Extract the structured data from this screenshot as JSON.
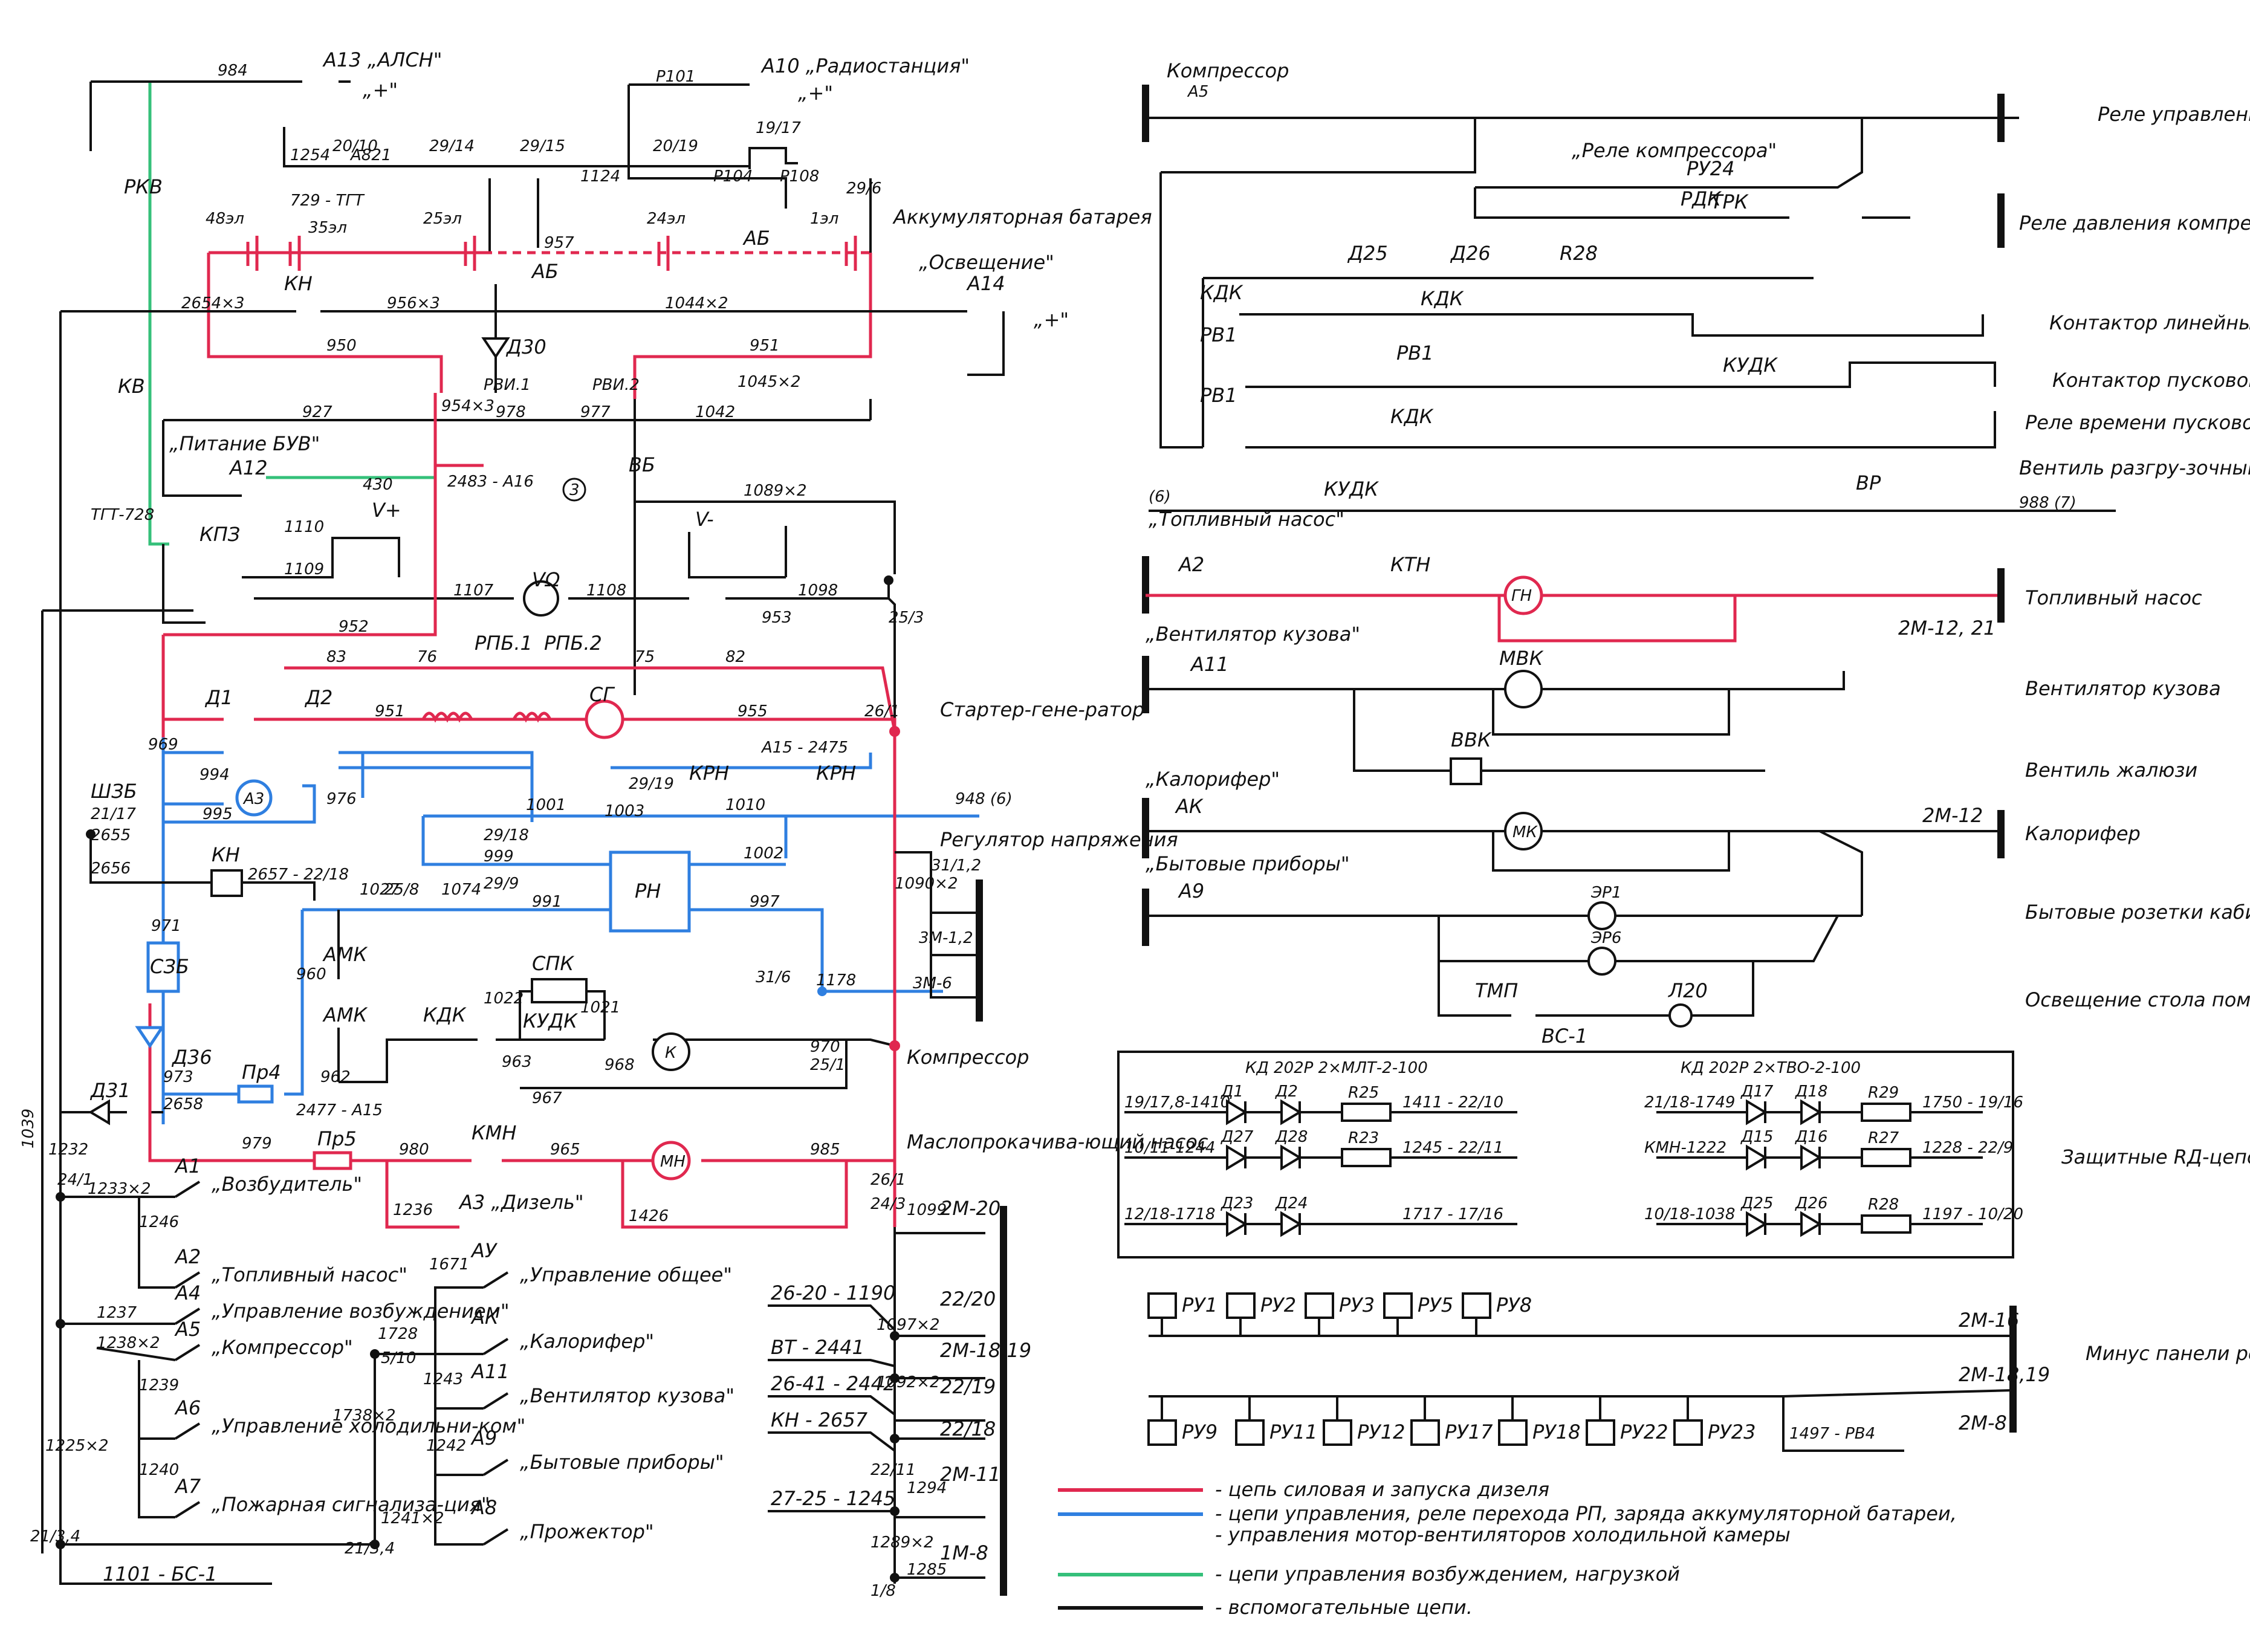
{
  "colors": {
    "power": "#e0284f",
    "control": "#2f7fe0",
    "excitation": "#35c07a",
    "auxiliary": "#111111"
  },
  "left": {
    "a13": "А13 „АЛСН\"",
    "a10": "А10 „Радиостанция\"",
    "plus": "„+\"",
    "plus_minus": "„+\"",
    "battery_title": "Аккумуляторная батарея",
    "lighting": "„Освещение\"",
    "ab": "АБ",
    "kv_label": "КВ",
    "rkv_label": "РКВ",
    "kn": "КН",
    "a14": "А14",
    "d30": "Д30",
    "rvi1": "РВИ.1",
    "rvi2": "РВИ.2",
    "pitanie_buv": "„Питание БУВ\"",
    "a12": "А12",
    "wire_2483": "2483 - А16",
    "vb": "ВБ",
    "circle3": "3",
    "tgt728": "ТГТ-728",
    "kpz": "КПЗ",
    "vplus": "V+",
    "vminus": "V-",
    "vsig": "VΩ",
    "rpb1": "РПБ.1",
    "rpb2": "РПБ.2",
    "d1": "Д1",
    "d2": "Д2",
    "sg": "СГ",
    "starter": "Стартер-гене-ратор",
    "a15_2475": "А15 - 2475",
    "a3": "А3",
    "shzb": "ШЗБ",
    "kn2657": "2657 - 22/18",
    "krn": "КРН",
    "regulator": "Регулятор напряжения",
    "rn": "РН",
    "amk": "АМК",
    "kdk": "КДК",
    "spk": "СПК",
    "kudk": "КУДК",
    "k_motor": "К",
    "kompressor_label": "Компрессор",
    "szb": "СЗБ",
    "d36": "Д36",
    "pr4": "Пр4",
    "d31": "Д31",
    "a15_2477": "2477 - А15",
    "pr5": "Пр5",
    "kmn": "КМН",
    "mn": "МН",
    "maslo": "Маслопрокачива-ющий насос",
    "a_dizel": "А3 „Дизель\"",
    "wire_1101": "1101 - БС-1",
    "bus_948": "948 (6)",
    "wire_1039": "1039"
  },
  "breakers_left": [
    {
      "name": "А1",
      "label": "„Возбудитель\""
    },
    {
      "name": "А2",
      "label": "„Топливный насос\""
    },
    {
      "name": "А4",
      "label": "„Управление возбуждением\""
    },
    {
      "name": "А5",
      "label": "„Компрессор\""
    },
    {
      "name": "А6",
      "label": "„Управление холодильни-ком\""
    },
    {
      "name": "А7",
      "label": "„Пожарная сигнализа-ция\""
    }
  ],
  "breakers_mid": [
    {
      "name": "АУ",
      "label": "„Управление общее\""
    },
    {
      "name": "АК",
      "label": "„Калорифер\""
    },
    {
      "name": "А11",
      "label": "„Вентилятор кузова\""
    },
    {
      "name": "А9",
      "label": "„Бытовые приборы\""
    },
    {
      "name": "А8",
      "label": "„Прожектор\""
    }
  ],
  "mid_terminals": [
    "26-20 - 1190",
    "ВТ - 2441",
    "26-41 - 2442",
    "КН - 2657",
    "27-25 - 1245"
  ],
  "mid_bus_labels": [
    "2М-20",
    "22/20",
    "2М-18,19",
    "22/19",
    "22/18",
    "2М-11",
    "1М-8"
  ],
  "right": {
    "kompressor": "Компрессор",
    "a5": "А5",
    "rele_upr": "Реле управления",
    "rele_kompr": "„Реле компрессора\"",
    "rele_davl": "Реле давления компрессора",
    "trk": "ТРК",
    "rdk": "РДК",
    "ru24": "РУ24",
    "kontaktor_lin": "Контактор линейный",
    "kontaktor_pusk": "Контактор пусковой",
    "rele_vremeni": "Реле времени пусковое",
    "ventil_razgr": "Вентиль разгру-зочный",
    "rv1": "РВ1",
    "d25": "Д25",
    "d26": "Д26",
    "r28": "R28",
    "kudk": "КУДК",
    "kdk": "КДК",
    "toplivny_nasos_q": "„Топливный насос\"",
    "vr": "ВР",
    "bus_988": "988 (7)",
    "bus_6": "(6)",
    "a2": "А2",
    "ktn": "КТН",
    "gn": "ГН",
    "toplivny_nasos": "Топливный насос",
    "bus_2m1221": "2М-12, 21",
    "vent_kuzova_q": "„Вентилятор кузова\"",
    "a11": "А11",
    "mvk": "МВК",
    "vent_kuzova": "Вентилятор кузова",
    "vvk": "ВВК",
    "ventil_zhal": "Вентиль жалюзи",
    "kalorifer_q": "„Калорифер\"",
    "ak": "АК",
    "mk": "МК",
    "kalorifer": "Калорифер",
    "bus_2m12": "2М-12",
    "bytovye_q": "„Бытовые приборы\"",
    "a9": "А9",
    "er1": "ЭР1",
    "er6": "ЭР6",
    "bytovye_roz": "Бытовые розетки кабины",
    "tmp": "ТМП",
    "l20": "Л20",
    "osv_stola": "Освещение стола помощника",
    "vs1": "ВС-1",
    "kd_a": "КД 202Р   2×МЛТ-2-100",
    "kd_b": "КД 202Р   2×ТВО-2-100",
    "zashch": "Защитные RД-цепочки",
    "minus_paneli": "Минус панели реле",
    "bus_2m16": "2М-16",
    "bus_2m1819": "2М-18,19",
    "bus_2m8": "2М-8",
    "wire_1497": "1497 - РВ4"
  },
  "rd_rows": [
    {
      "in": "19/17,8-1410",
      "d": [
        "Д1",
        "Д2"
      ],
      "r": "R25",
      "out": "1411 - 22/10"
    },
    {
      "in": "10/11-1244",
      "d": [
        "Д27",
        "Д28"
      ],
      "r": "R23",
      "out": "1245 - 22/11"
    },
    {
      "in": "12/18-1718",
      "d": [
        "Д23",
        "Д24"
      ],
      "r": "",
      "out": "1717 - 17/16"
    }
  ],
  "rd_rows_b": [
    {
      "in": "21/18-1749",
      "d": [
        "Д17",
        "Д18"
      ],
      "r": "R29",
      "out": "1750 - 19/16"
    },
    {
      "in": "КМН-1222",
      "d": [
        "Д15",
        "Д16"
      ],
      "r": "R27",
      "out": "1228 - 22/9"
    },
    {
      "in": "10/18-1038",
      "d": [
        "Д25",
        "Д26"
      ],
      "r": "R28",
      "out": "1197 - 10/20"
    }
  ],
  "relays_top": [
    "РУ1",
    "РУ2",
    "РУ3",
    "РУ5",
    "РУ8"
  ],
  "relays_bottom": [
    "РУ9",
    "РУ11",
    "РУ12",
    "РУ17",
    "РУ18",
    "РУ22",
    "РУ23"
  ],
  "legend": [
    {
      "color": "#e0284f",
      "text": "- цепь силовая и запуска дизеля"
    },
    {
      "color": "#2f7fe0",
      "text": "- цепи управления, реле перехода РП, заряда аккумуляторной батареи,"
    },
    {
      "color": "#e0284f",
      "text": "- управления мотор-вентиляторов холодильной камеры"
    },
    {
      "color": "#35c07a",
      "text": "- цепи управления возбуждением, нагрузкой"
    },
    {
      "color": "#111111",
      "text": "- вспомогательные цепи."
    }
  ],
  "wires": [
    "984",
    "1254",
    "А821",
    "20/10",
    "29/14",
    "29/15",
    "1124",
    "20/19",
    "Р101",
    "19/17",
    "Р104",
    "Р108",
    "29/6",
    "48эл",
    "729 - ТГТ",
    "35эл",
    "25эл",
    "957",
    "24эл",
    "1эл",
    "2654×3",
    "956×3",
    "1044×2",
    "950",
    "951",
    "1045×2",
    "954×3",
    "978",
    "977",
    "927",
    "1042",
    "430",
    "1089×2",
    "1110",
    "1109",
    "1107",
    "1108",
    "1098",
    "25/3",
    "952",
    "953",
    "83",
    "76",
    "75",
    "82",
    "951",
    "955",
    "26/1",
    "969",
    "994",
    "995",
    "976",
    "21/17",
    "2655",
    "2656",
    "29/19",
    "1001",
    "1003",
    "1010",
    "29/18",
    "999",
    "1002",
    "25/8",
    "1074",
    "29/9",
    "991",
    "997",
    "1027",
    "960",
    "971",
    "1178",
    "31/6",
    "1022",
    "1021",
    "963",
    "968",
    "970",
    "25/1",
    "962",
    "967",
    "973",
    "2658",
    "979",
    "980",
    "965",
    "985",
    "1426",
    "1236",
    "26/1",
    "24/3",
    "1099",
    "1232",
    "24/1",
    "1233×2",
    "1246",
    "1237",
    "1238×2",
    "1239",
    "1240",
    "1225×2",
    "21/3,4",
    "1671",
    "1728",
    "5/10",
    "1738×2",
    "1243",
    "1242",
    "1241×2",
    "21/3,4",
    "1097×2",
    "1092×2",
    "22/11",
    "1294",
    "1289×2",
    "1285",
    "1/8",
    "1090×2",
    "31/1,2",
    "3М-1,2",
    "3М-6"
  ]
}
